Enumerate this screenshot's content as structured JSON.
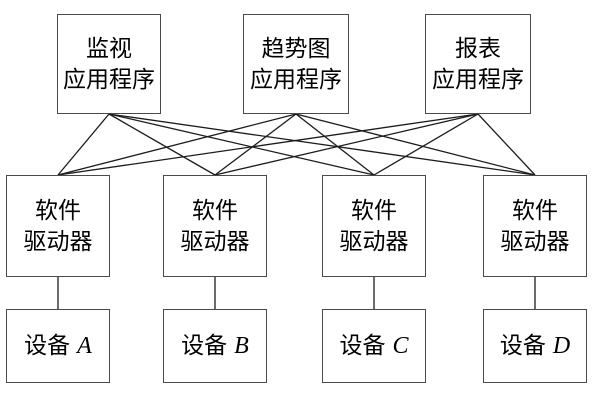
{
  "diagram": {
    "type": "architecture-diagram",
    "colors": {
      "background": "#ffffff",
      "box_border": "#4a4a4a",
      "line": "#1c1c1c",
      "text": "#000000"
    },
    "applications": [
      {
        "line1": "监视",
        "line2": "应用程序"
      },
      {
        "line1": "趋势图",
        "line2": "应用程序"
      },
      {
        "line1": "报表",
        "line2": "应用程序"
      }
    ],
    "drivers": [
      {
        "line1": "软件",
        "line2": "驱动器"
      },
      {
        "line1": "软件",
        "line2": "驱动器"
      },
      {
        "line1": "软件",
        "line2": "驱动器"
      },
      {
        "line1": "软件",
        "line2": "驱动器"
      }
    ],
    "devices": [
      {
        "prefix": "设备",
        "letter": "A"
      },
      {
        "prefix": "设备",
        "letter": "B"
      },
      {
        "prefix": "设备",
        "letter": "C"
      },
      {
        "prefix": "设备",
        "letter": "D"
      }
    ],
    "edges": {
      "app_to_driver": [
        [
          0,
          0
        ],
        [
          0,
          1
        ],
        [
          0,
          2
        ],
        [
          0,
          3
        ],
        [
          1,
          0
        ],
        [
          1,
          1
        ],
        [
          1,
          2
        ],
        [
          1,
          3
        ],
        [
          2,
          0
        ],
        [
          2,
          1
        ],
        [
          2,
          2
        ],
        [
          2,
          3
        ]
      ],
      "driver_to_device": [
        [
          0,
          0
        ],
        [
          1,
          1
        ],
        [
          2,
          2
        ],
        [
          3,
          3
        ]
      ]
    }
  }
}
